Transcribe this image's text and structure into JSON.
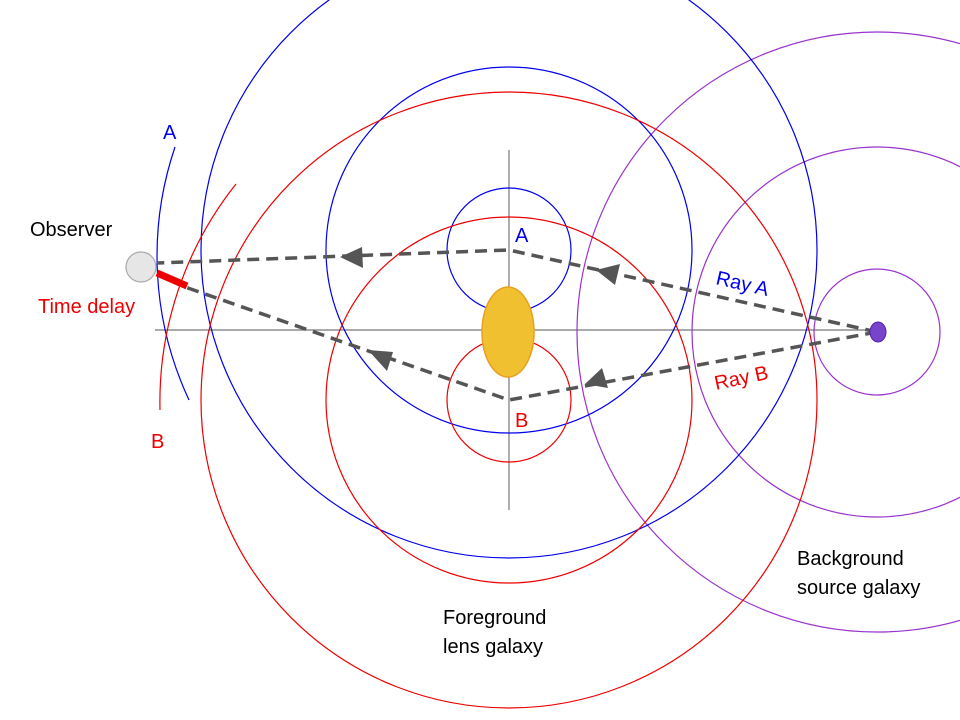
{
  "labels": {
    "observer": "Observer",
    "time_delay": "Time delay",
    "image_a_left": "A",
    "image_b_left": "B",
    "image_a_center": "A",
    "image_b_center": "B",
    "ray_a": "Ray A",
    "ray_b": "Ray B",
    "foreground_line1": "Foreground",
    "foreground_line2": "lens galaxy",
    "background_line1": "Background",
    "background_line2": "source galaxy"
  },
  "colors": {
    "ray_a_wavefronts": "#0000ee",
    "ray_b_wavefronts": "#ee0000",
    "source_wavefronts": "#9933cc",
    "lens_galaxy": "#f0c030",
    "source_galaxy": "#7744cc",
    "observer": "#e6e6e6",
    "rays": "#555555",
    "time_delay_marker": "#ee0000"
  }
}
